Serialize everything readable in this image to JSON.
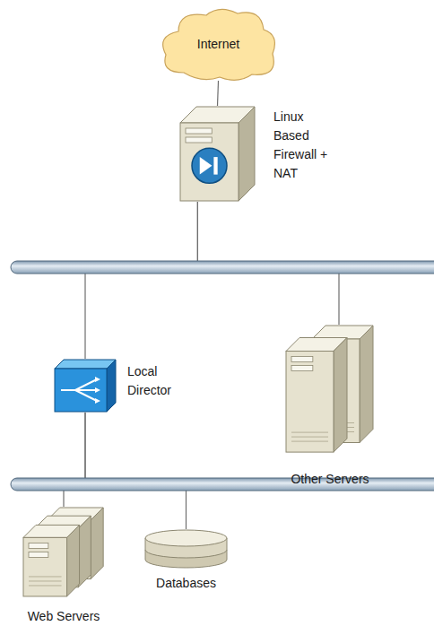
{
  "diagram": {
    "nodes": [
      {
        "text": [
          "Internet"
        ]
      },
      {
        "text": [
          "Linux Based Firewall + NAT"
        ]
      },
      {
        "text": [
          "Local Director"
        ]
      },
      {
        "text": [
          "Other Servers"
        ]
      },
      {
        "text": [
          "Web Servers"
        ]
      },
      {
        "text": [
          "Databases"
        ]
      }
    ],
    "edges": [
      {
        "from": 0,
        "to": 1,
        "arrow": "none"
      },
      {
        "from": 1,
        "to": 2,
        "arrow": "none"
      },
      {
        "from": 1,
        "to": 3,
        "arrow": "none"
      },
      {
        "from": 2,
        "to": 4,
        "arrow": "none"
      },
      {
        "from": 2,
        "to": 5,
        "arrow": "none"
      }
    ]
  }
}
